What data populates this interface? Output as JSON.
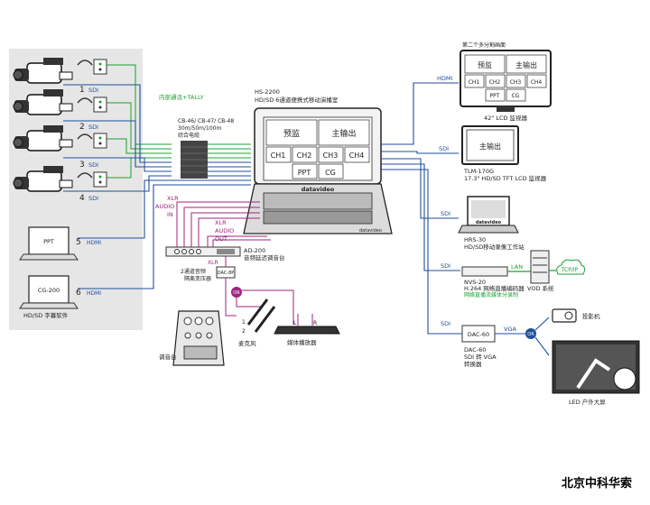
{
  "sources": [
    {
      "num": "1",
      "signal": "SDI"
    },
    {
      "num": "2",
      "signal": "SDI"
    },
    {
      "num": "3",
      "signal": "SDI"
    },
    {
      "num": "4",
      "signal": "SDI"
    },
    {
      "num": "5",
      "signal": "HDMI",
      "screen": "PPT"
    },
    {
      "num": "6",
      "signal": "HDMI",
      "screen": "CG-200"
    }
  ],
  "left_caption": "HD/SD 字幕软件",
  "intercom_label": "内部通话+TALLY",
  "cable_label_1": "CB-46/ CB-47/ CB-48",
  "cable_label_2": "30m/50m/100m",
  "cable_label_3": "综合电缆",
  "hs": {
    "model": "HS-2200",
    "desc": "HD/SD 6通道便携式移动演播室",
    "brand": "datavideo",
    "brand_small": "datavideo"
  },
  "multiview": {
    "pvw": "预监",
    "pgm": "主输出",
    "ch1": "CH1",
    "ch2": "CH2",
    "ch3": "CH3",
    "ch4": "CH4",
    "ppt": "PPT",
    "cg": "CG"
  },
  "xlr_audio_in_1": "XLR",
  "xlr_audio_in_2": "AUDIO",
  "xlr_audio_in_3": "IN",
  "xlr_audio_out_1": "XLR",
  "xlr_audio_out_2": "AUDIO",
  "xlr_audio_out_3": "OUT",
  "ad200": {
    "model": "AD-200",
    "desc": "音频延迟调音台"
  },
  "transformer": "2通道音频",
  "transformer_2": "隔离变压器",
  "xlr_small": "XLR",
  "dac_small": "DAC-8P",
  "or_1": "OR",
  "mixer": "调音台",
  "mic": "麦克风",
  "media_player": "媒体播放器",
  "lr_l": "L",
  "lr_r": "R",
  "ch_1": "1",
  "ch_2": "2",
  "outputs": {
    "hdmi": "HDMI",
    "sdi_1": "SDI",
    "sdi_2": "SDI",
    "sdi_3": "SDI",
    "sdi_4": "SDI",
    "lan": "LAN",
    "vga": "VGA",
    "or_2": "OR"
  },
  "lcd42": {
    "title": "第二个多分割画面",
    "caption": "42\"  LCD 监视器"
  },
  "tlm": {
    "screen": "主输出",
    "model": "TLM-170G",
    "desc": "17.3\"  HD/SD TFT LCD 监视器"
  },
  "hrs": {
    "model": "HRS-30",
    "desc": "HD/SD移动录像工作站",
    "brand": "datavideo"
  },
  "nvs": {
    "model": "NVS-20",
    "desc": "H.264 网络直播编码器",
    "desc2": "网络直播流媒体分录制"
  },
  "vod": "VOD 系统",
  "tcpip": "TCP/IP",
  "dac60": {
    "box": "DAC-60",
    "model": "DAC-60",
    "desc": "SDI 转 VGA",
    "desc2": "转换器"
  },
  "projector": "投影机",
  "led": "LED 户外大屏",
  "watermark": "北京中科华索"
}
